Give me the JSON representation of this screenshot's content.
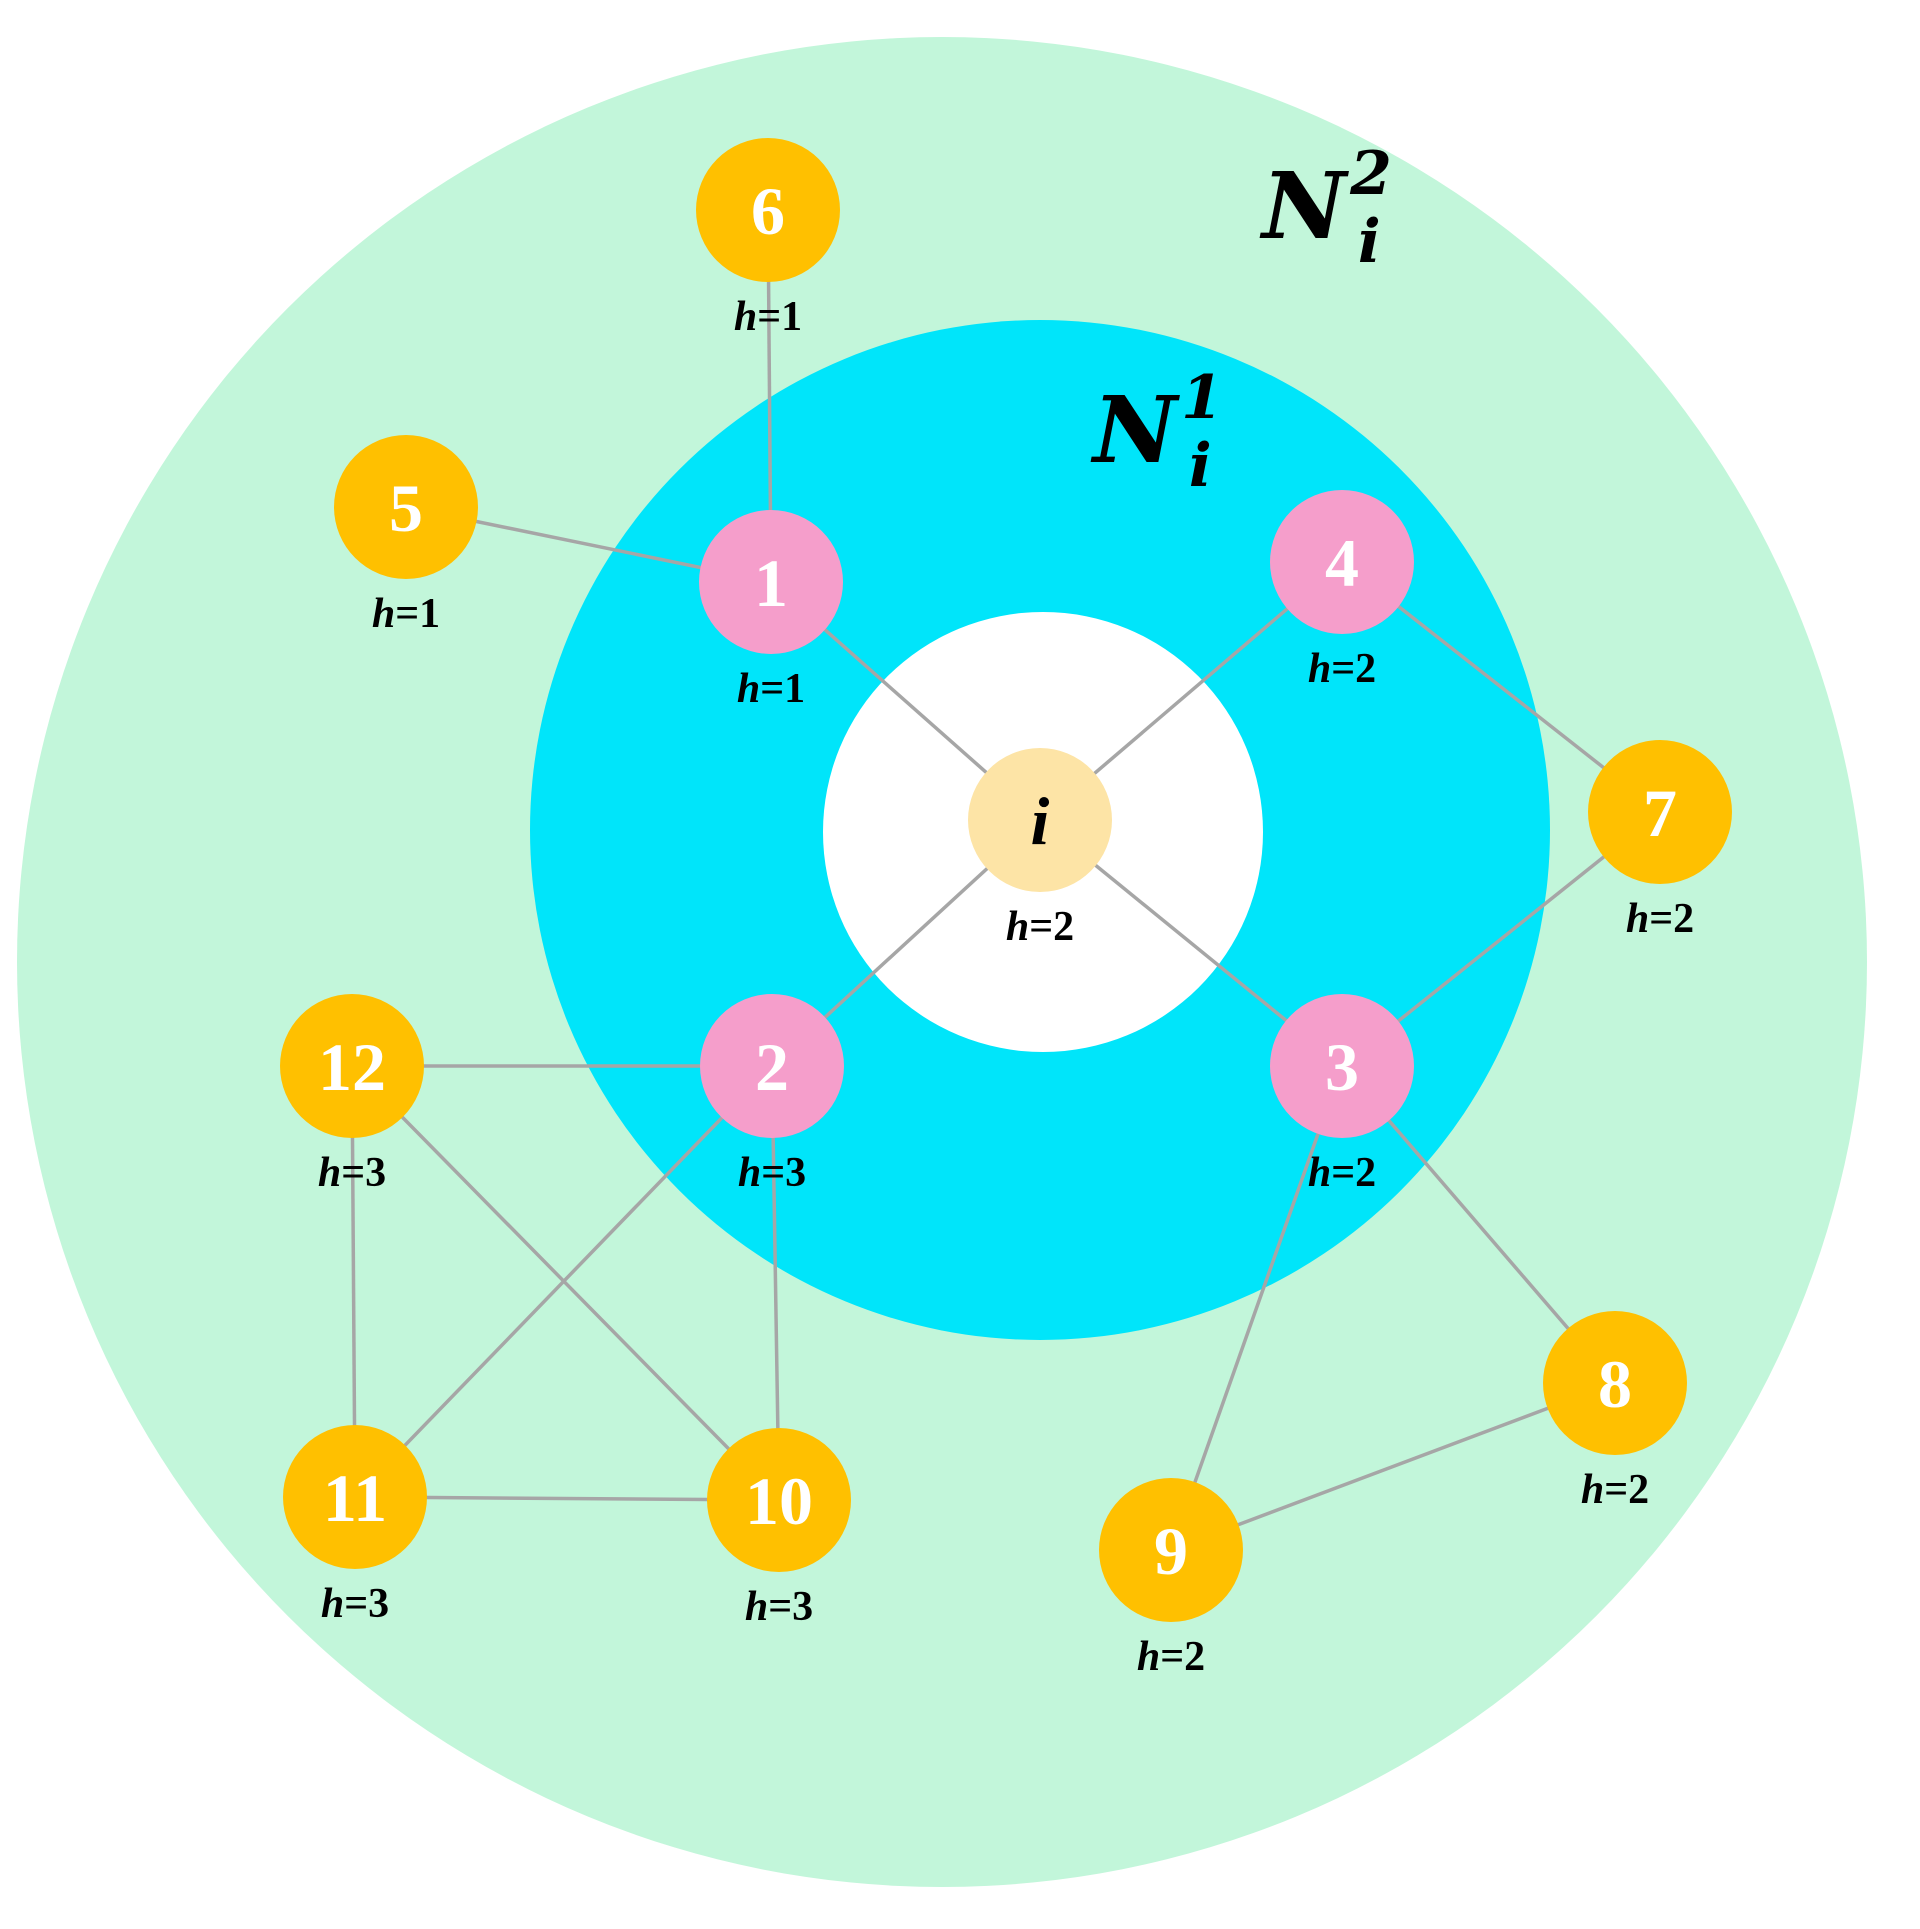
{
  "colors": {
    "outer_ring": "#c2f6da",
    "inner_ring": "#00e5fa",
    "core": "#ffffff",
    "center_node": "#fde4a6",
    "first_hop_node": "#f59ecb",
    "second_hop_node": "#ffc000",
    "edge": "#a6a6a6"
  },
  "rings": {
    "outer": {
      "base": "N",
      "sub": "i",
      "sup": "2"
    },
    "inner": {
      "base": "N",
      "sub": "i",
      "sup": "1"
    }
  },
  "h_var": "h",
  "nodes": [
    {
      "id": "i",
      "label": "i",
      "h": "=2",
      "kind": "center"
    },
    {
      "id": "1",
      "label": "1",
      "h": "=1",
      "kind": "first_hop"
    },
    {
      "id": "2",
      "label": "2",
      "h": "=3",
      "kind": "first_hop"
    },
    {
      "id": "3",
      "label": "3",
      "h": "=2",
      "kind": "first_hop"
    },
    {
      "id": "4",
      "label": "4",
      "h": "=2",
      "kind": "first_hop"
    },
    {
      "id": "5",
      "label": "5",
      "h": "=1",
      "kind": "second_hop"
    },
    {
      "id": "6",
      "label": "6",
      "h": "=1",
      "kind": "second_hop"
    },
    {
      "id": "7",
      "label": "7",
      "h": "=2",
      "kind": "second_hop"
    },
    {
      "id": "8",
      "label": "8",
      "h": "=2",
      "kind": "second_hop"
    },
    {
      "id": "9",
      "label": "9",
      "h": "=2",
      "kind": "second_hop"
    },
    {
      "id": "10",
      "label": "10",
      "h": "=3",
      "kind": "second_hop"
    },
    {
      "id": "11",
      "label": "11",
      "h": "=3",
      "kind": "second_hop"
    },
    {
      "id": "12",
      "label": "12",
      "h": "=3",
      "kind": "second_hop"
    }
  ],
  "edges": [
    [
      "i",
      "1"
    ],
    [
      "i",
      "2"
    ],
    [
      "i",
      "3"
    ],
    [
      "i",
      "4"
    ],
    [
      "1",
      "5"
    ],
    [
      "1",
      "6"
    ],
    [
      "4",
      "7"
    ],
    [
      "3",
      "7"
    ],
    [
      "3",
      "8"
    ],
    [
      "3",
      "9"
    ],
    [
      "8",
      "9"
    ],
    [
      "2",
      "12"
    ],
    [
      "2",
      "10"
    ],
    [
      "2",
      "11"
    ],
    [
      "12",
      "11"
    ],
    [
      "12",
      "10"
    ],
    [
      "11",
      "10"
    ]
  ]
}
